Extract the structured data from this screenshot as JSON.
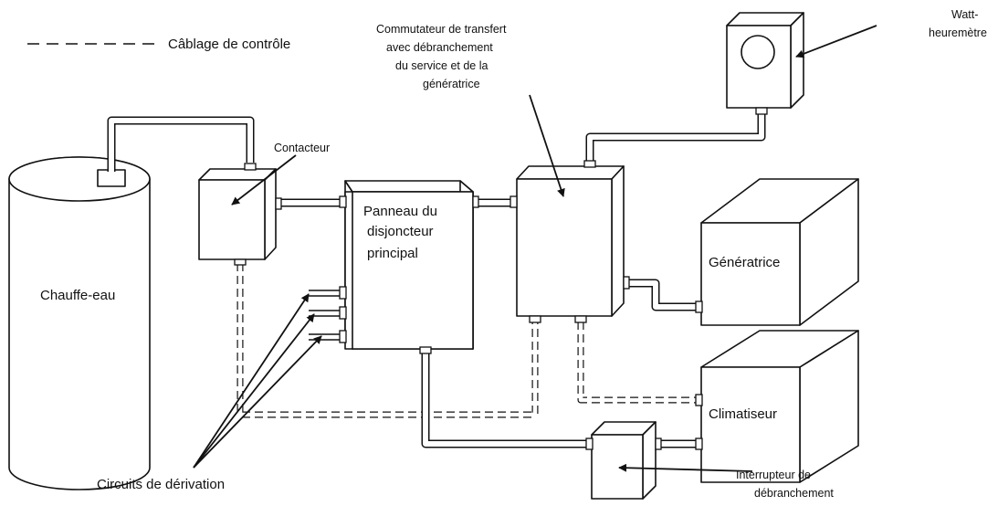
{
  "legend": {
    "label": "Câblage de contrôle"
  },
  "components": {
    "water_heater": "Chauffe-eau",
    "contactor": "Contacteur",
    "main_panel": [
      "Panneau du",
      "disjoncteur",
      "principal"
    ],
    "transfer_switch": [
      "Commutateur de transfert",
      "avec débranchement",
      "du service et de la",
      "génératrice"
    ],
    "watt_meter": [
      "Watt-",
      "heuremètre"
    ],
    "generator": "Génératrice",
    "air_conditioner": "Climatiseur",
    "disconnect_switch": [
      "Interrupteur de",
      "débranchement"
    ],
    "branch_circuits": "Circuits de dérivation"
  }
}
